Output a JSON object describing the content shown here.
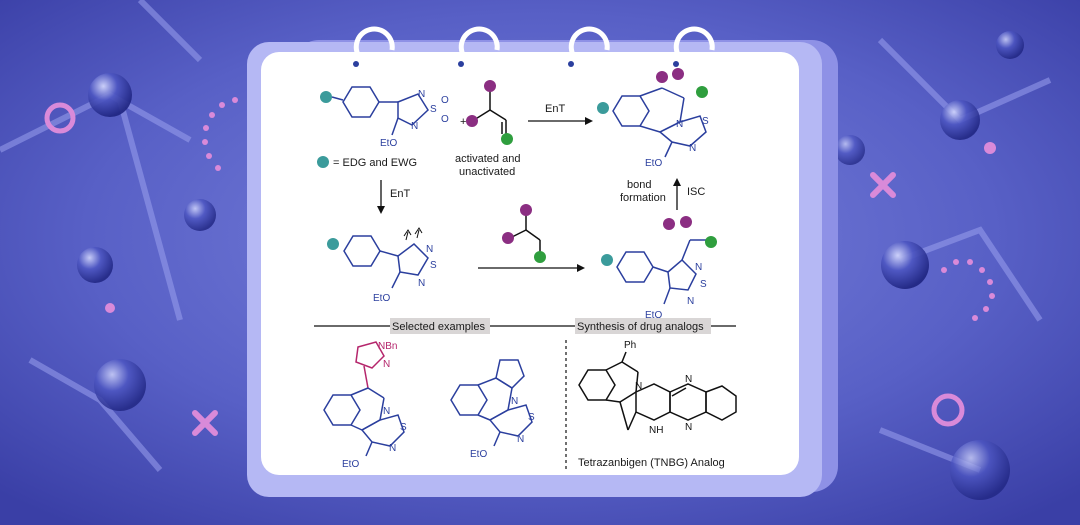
{
  "scheme": {
    "substituent_note": "= EDG and EWG",
    "alkene_note_line1": "activated and",
    "alkene_note_line2": "unactivated",
    "ent_label_top": "EnT",
    "ent_label_left": "EnT",
    "bond_formation_line1": "bond",
    "bond_formation_line2": "formation",
    "isc_label": "ISC",
    "selected_examples": "Selected examples",
    "drug_analogs": "Synthesis of drug analogs",
    "drug_name": "Tetrazanbigen (TNBG) Analog",
    "atoms": {
      "etO": "EtO",
      "n": "N",
      "s": "S",
      "o": "O",
      "plus": "+",
      "nbn": "NBn",
      "ph": "Ph",
      "h": "H"
    }
  },
  "colors": {
    "teal": "#3b9b9b",
    "purple": "#8b2e82",
    "green": "#2f9e3e",
    "structure_blue": "#2b3f9e",
    "pyrazole_pink": "#b5266c",
    "card": "#b5b8f4",
    "background": "#5058c0"
  },
  "icons": [
    "cross-icon",
    "ring-icon",
    "dots-arc-icon",
    "molecule-sphere-icon"
  ]
}
